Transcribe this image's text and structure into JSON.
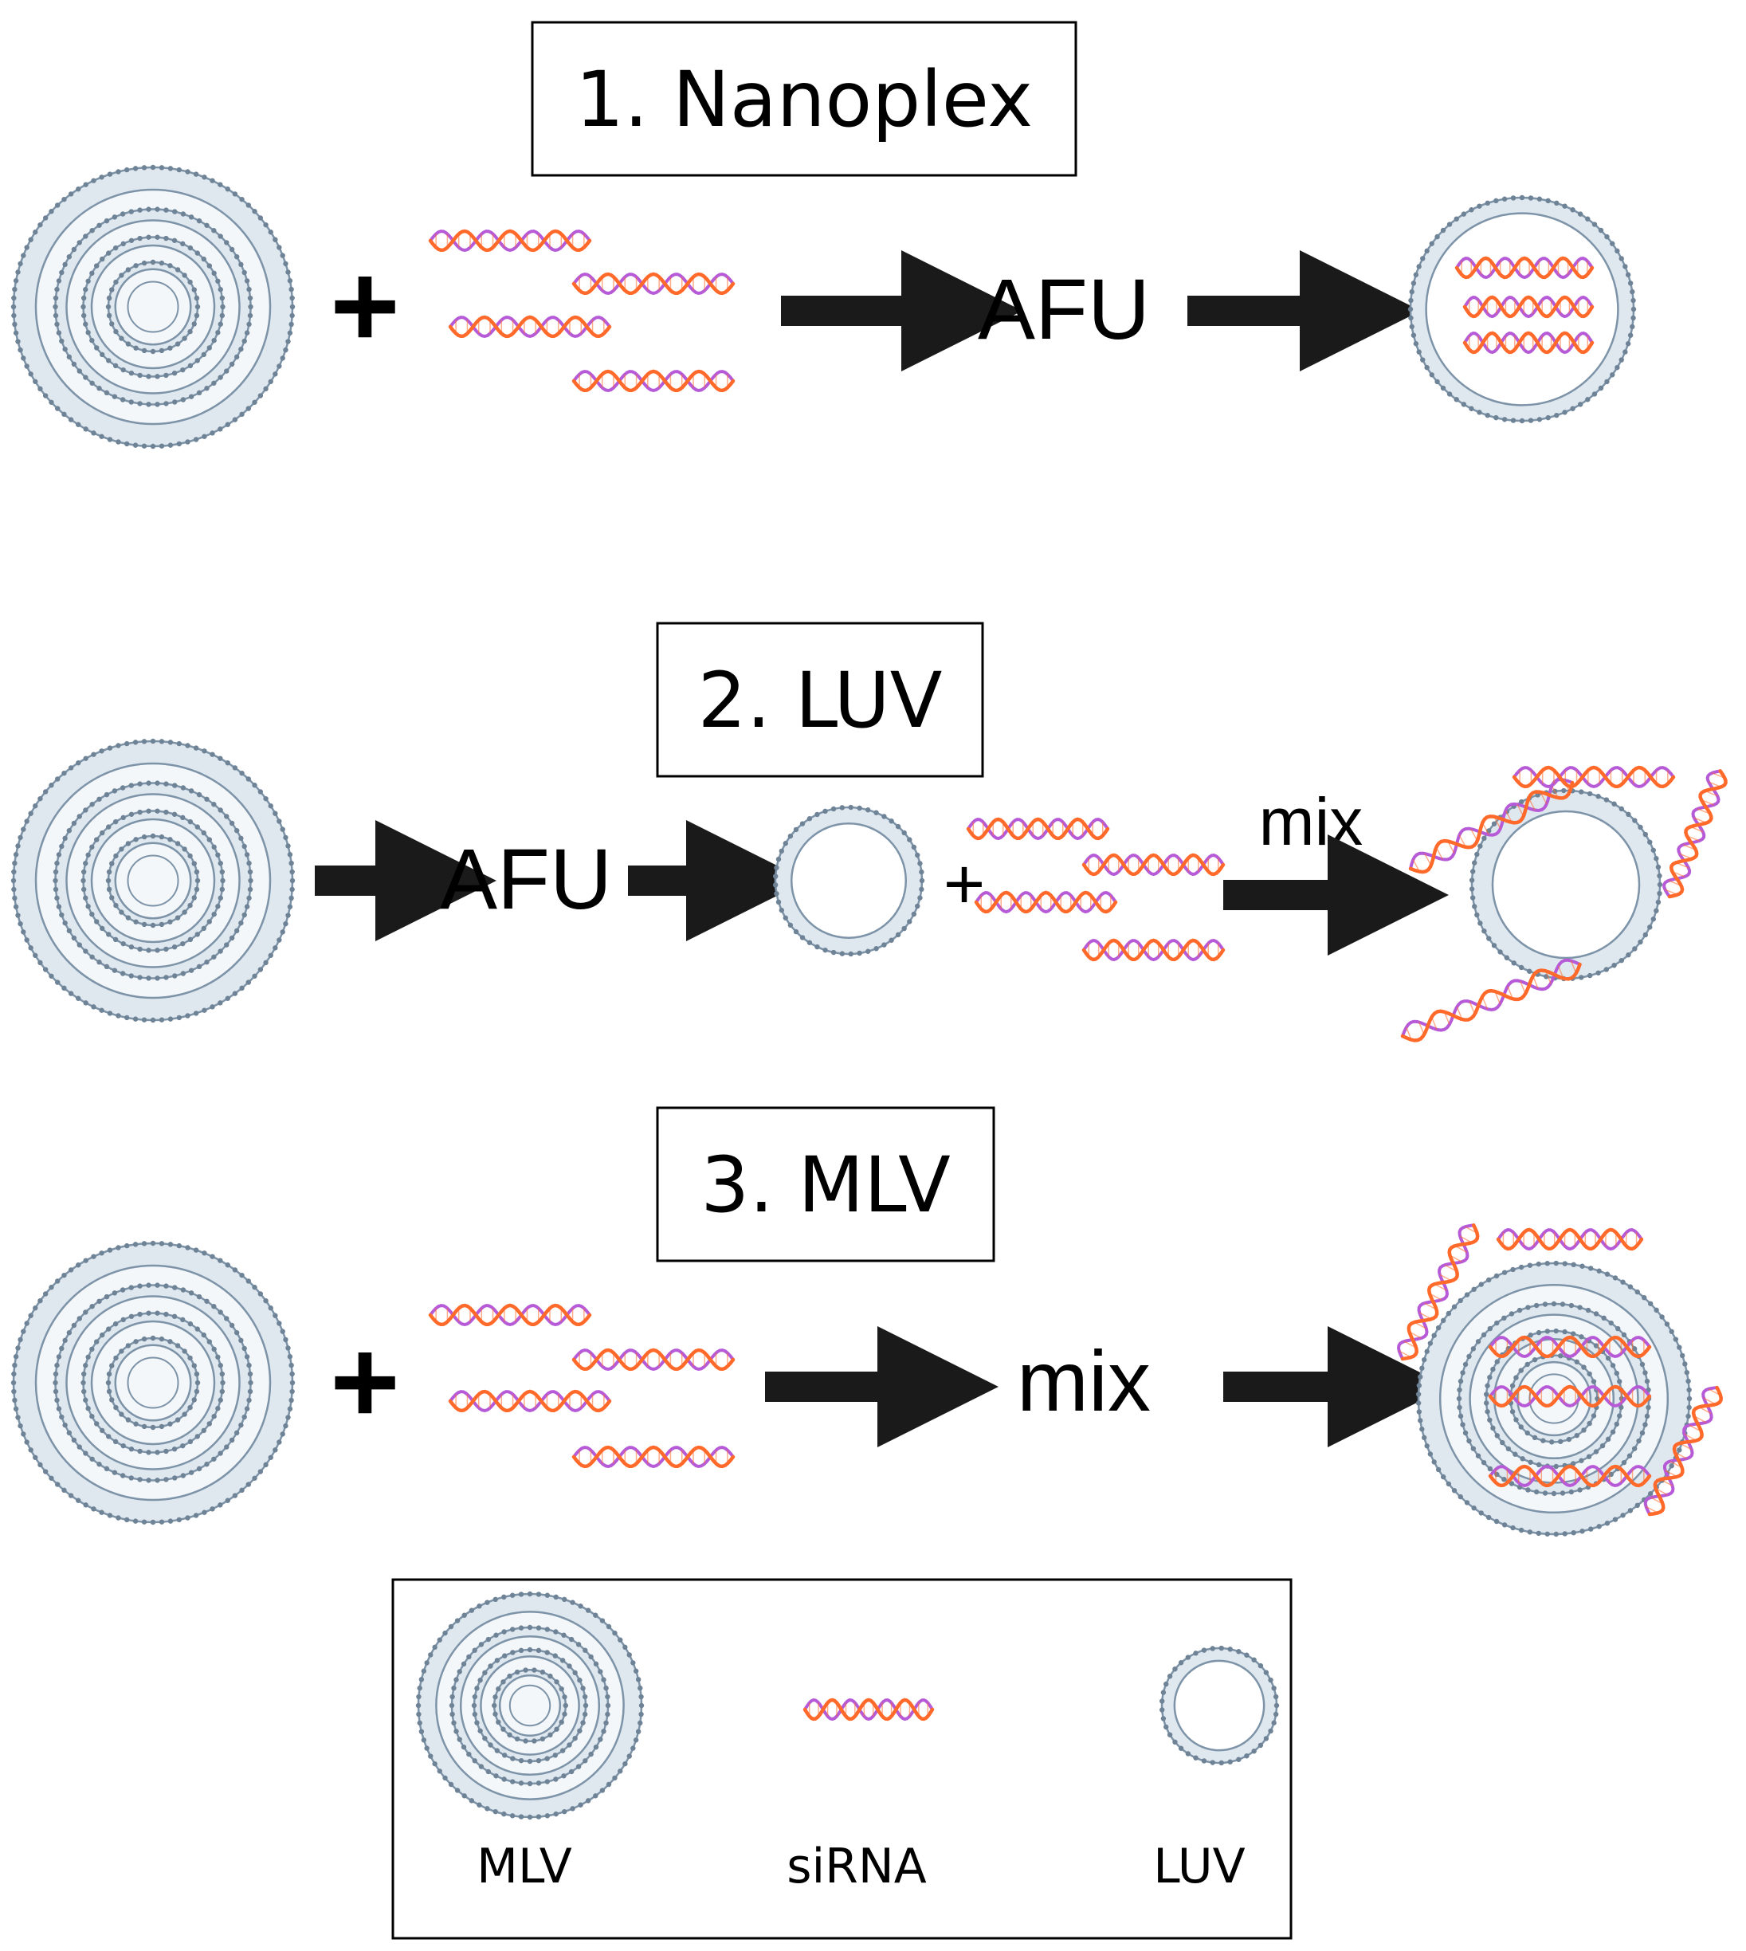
{
  "colors": {
    "membrane_fill": "#dfe7ef",
    "membrane_stroke": "#7d93a8",
    "lipid_dot": "#6f8397",
    "strand_a": "#ff6a2b",
    "strand_b": "#b65ad8",
    "arrow": "#1a1a1a"
  },
  "panels": {
    "nanoplex": {
      "title": "1. Nanoplex",
      "plus": "+",
      "process_label": "AFU"
    },
    "luv": {
      "title": "2. LUV",
      "process_label": "AFU",
      "plus": "+",
      "mix_label": "mix"
    },
    "mlv": {
      "title": "3. MLV",
      "plus": "+",
      "mix_label": "mix"
    }
  },
  "legend": {
    "items": [
      {
        "label": "MLV",
        "icon": "mlv-vesicle-icon"
      },
      {
        "label": "siRNA",
        "icon": "sirna-strand-icon"
      },
      {
        "label": "LUV",
        "icon": "luv-vesicle-icon"
      }
    ]
  }
}
